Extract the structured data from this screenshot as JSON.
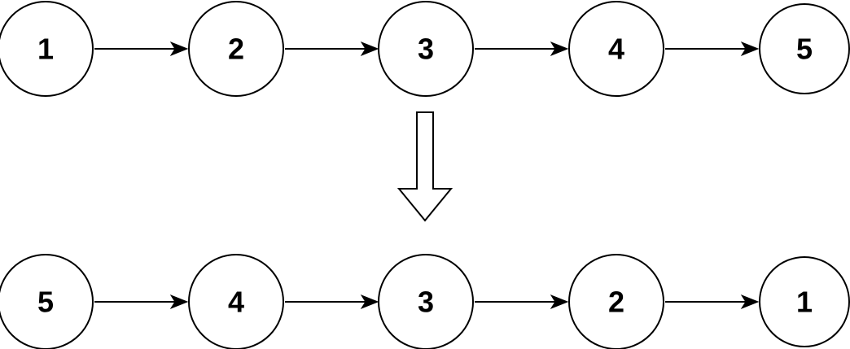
{
  "top_row": {
    "nodes": [
      "1",
      "2",
      "3",
      "4",
      "5"
    ]
  },
  "bottom_row": {
    "nodes": [
      "5",
      "4",
      "3",
      "2",
      "1"
    ]
  },
  "colors": {
    "stroke": "#000000",
    "fill": "#ffffff"
  }
}
